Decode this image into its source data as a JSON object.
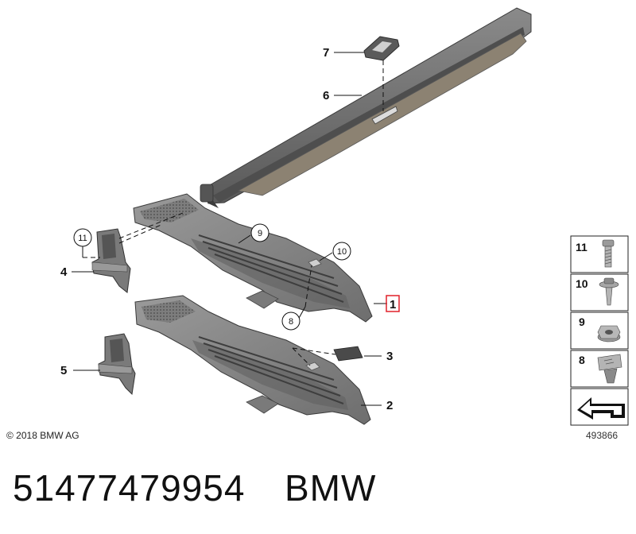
{
  "callouts": {
    "c1": "1",
    "c2": "2",
    "c3": "3",
    "c4": "4",
    "c5": "5",
    "c6": "6",
    "c7": "7",
    "c8": "8",
    "c9": "9",
    "c10": "10",
    "c11": "11"
  },
  "legend": {
    "items": [
      {
        "label": "11",
        "icon": "bolt-icon"
      },
      {
        "label": "10",
        "icon": "screw-washer-icon"
      },
      {
        "label": "9",
        "icon": "hex-nut-icon"
      },
      {
        "label": "8",
        "icon": "clip-nut-icon"
      }
    ],
    "arrow_icon": "direction-arrow-icon"
  },
  "highlight_color": "#e0202a",
  "footer": {
    "copyright": "© 2018 BMW AG",
    "diagram_code": "493866"
  },
  "caption": {
    "part_number": "51477479954",
    "brand": "BMW"
  }
}
